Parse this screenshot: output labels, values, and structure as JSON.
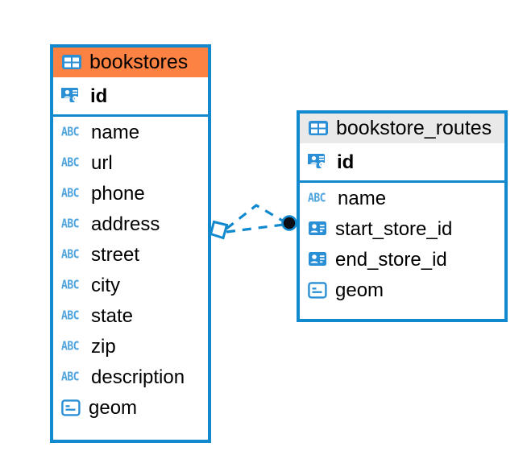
{
  "diagram": {
    "type": "entity-relationship-diagram",
    "background": "#ffffff",
    "accent_blue": "#1189ce",
    "accent_orange": "#fb8243",
    "accent_grey": "#e9e9e9",
    "icon_blue": "#2a8fd4",
    "abc_blue": "#4ea3dd"
  },
  "entities": [
    {
      "name": "bookstores",
      "header_color": "#fb8243",
      "table_icon": "table-icon",
      "fields": [
        {
          "label": "id",
          "icon": "primary-key-icon",
          "key": true
        },
        {
          "label": "name",
          "icon": "abc-text-icon",
          "key": false
        },
        {
          "label": "url",
          "icon": "abc-text-icon",
          "key": false
        },
        {
          "label": "phone",
          "icon": "abc-text-icon",
          "key": false
        },
        {
          "label": "address",
          "icon": "abc-text-icon",
          "key": false
        },
        {
          "label": "street",
          "icon": "abc-text-icon",
          "key": false
        },
        {
          "label": "city",
          "icon": "abc-text-icon",
          "key": false
        },
        {
          "label": "state",
          "icon": "abc-text-icon",
          "key": false
        },
        {
          "label": "zip",
          "icon": "abc-text-icon",
          "key": false
        },
        {
          "label": "description",
          "icon": "abc-text-icon",
          "key": false
        },
        {
          "label": "geom",
          "icon": "geometry-icon",
          "key": false
        }
      ]
    },
    {
      "name": "bookstore_routes",
      "header_color": "#e9e9e9",
      "table_icon": "table-icon",
      "fields": [
        {
          "label": "id",
          "icon": "primary-key-icon",
          "key": true
        },
        {
          "label": "name",
          "icon": "abc-text-icon",
          "key": false
        },
        {
          "label": "start_store_id",
          "icon": "foreign-key-icon",
          "key": false
        },
        {
          "label": "end_store_id",
          "icon": "foreign-key-icon",
          "key": false
        },
        {
          "label": "geom",
          "icon": "geometry-icon",
          "key": false
        }
      ]
    }
  ],
  "relationship": {
    "from_entity": "bookstores",
    "to_entity": "bookstore_routes",
    "line_style": "dashed",
    "line_color": "#1189ce",
    "source_marker": "diamond-marker",
    "target_marker": "filled-circle-marker"
  },
  "labels": {
    "abc": "ABC"
  }
}
